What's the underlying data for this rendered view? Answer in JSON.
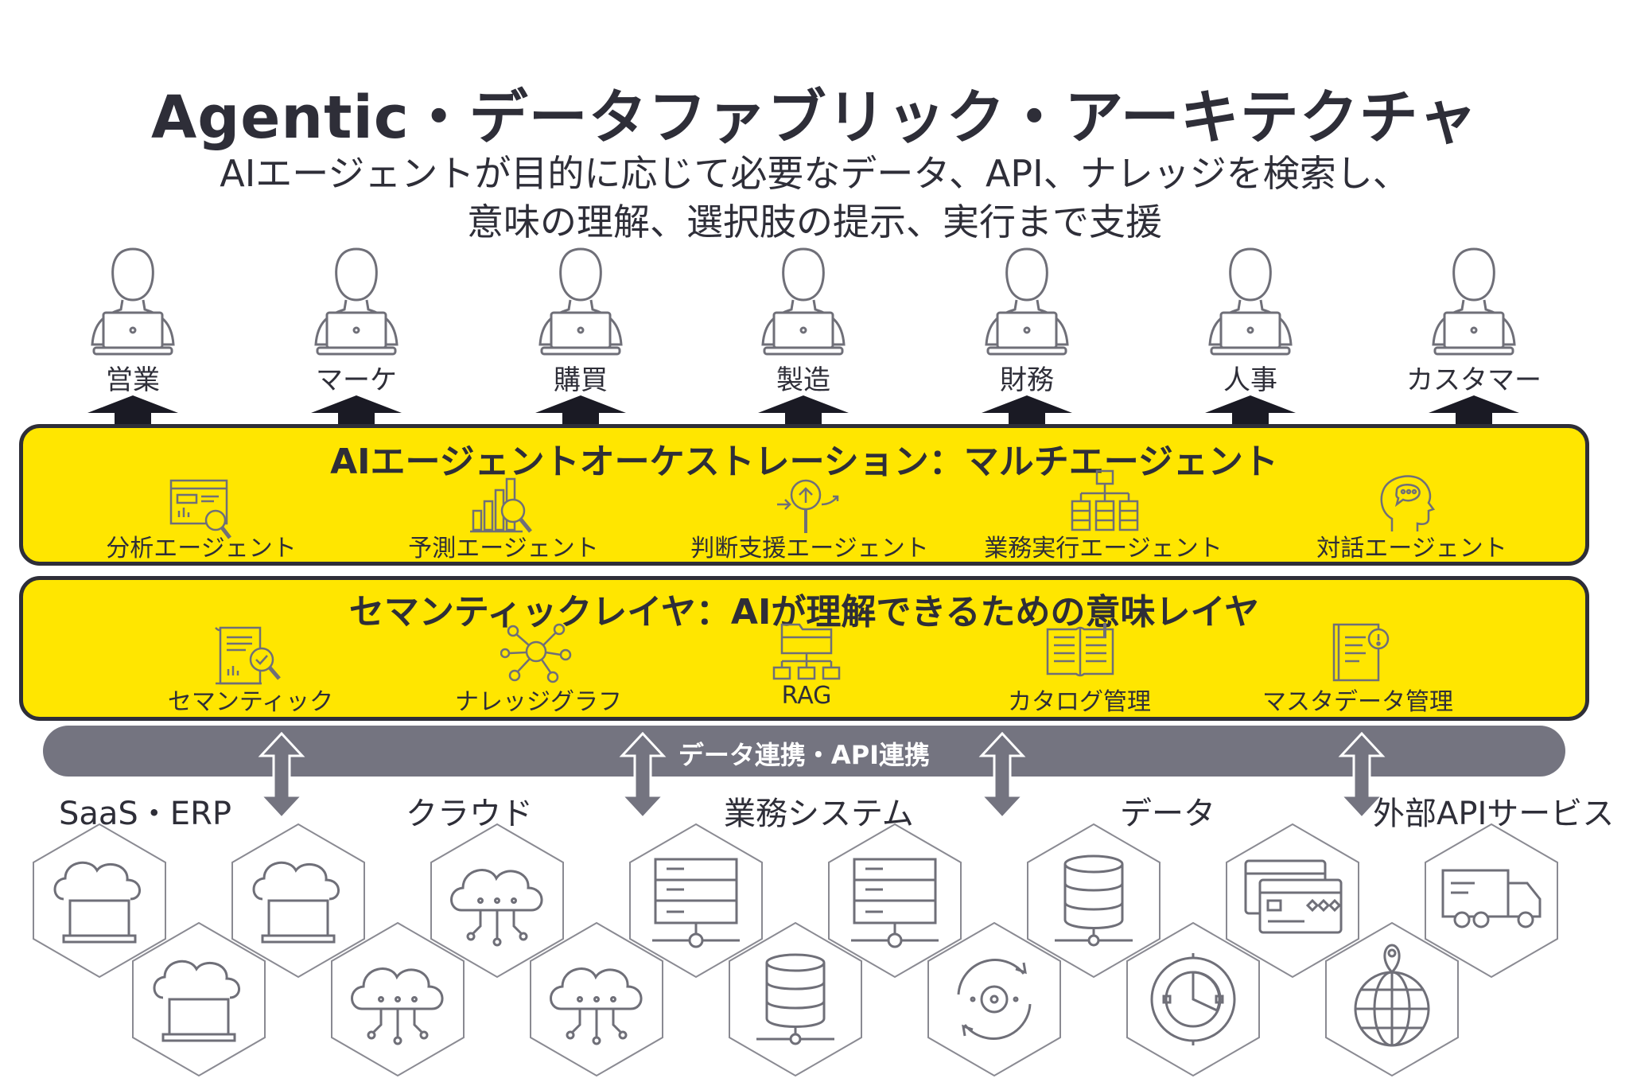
{
  "header": {
    "title": "Agentic・データファブリック・アーキテクチャ",
    "subtitle_line1": "AIエージェントが目的に応じて必要なデータ、API、ナレッジを検索し、",
    "subtitle_line2": "意味の理解、選択肢の提示、実行まで支援"
  },
  "users": [
    {
      "label": "営業",
      "icon": "user-laptop-icon"
    },
    {
      "label": "マーケ",
      "icon": "user-laptop-icon"
    },
    {
      "label": "購買",
      "icon": "user-laptop-icon"
    },
    {
      "label": "製造",
      "icon": "user-laptop-icon"
    },
    {
      "label": "財務",
      "icon": "user-laptop-icon"
    },
    {
      "label": "人事",
      "icon": "user-laptop-icon"
    },
    {
      "label": "カスタマー",
      "icon": "user-laptop-icon"
    }
  ],
  "orchestration": {
    "title": "AIエージェントオーケストレーション：マルチエージェント",
    "agents": [
      {
        "label": "分析エージェント",
        "icon": "analysis-icon"
      },
      {
        "label": "予測エージェント",
        "icon": "forecast-icon"
      },
      {
        "label": "判断支援エージェント",
        "icon": "decision-support-icon"
      },
      {
        "label": "業務実行エージェント",
        "icon": "workflow-icon"
      },
      {
        "label": "対話エージェント",
        "icon": "conversation-icon"
      }
    ]
  },
  "semantic": {
    "title": "セマンティックレイヤ：AIが理解できるための意味レイヤ",
    "items": [
      {
        "label": "セマンティック",
        "icon": "semantic-document-icon"
      },
      {
        "label": "ナレッジグラフ",
        "icon": "knowledge-graph-icon"
      },
      {
        "label": "RAG",
        "icon": "rag-folder-icon"
      },
      {
        "label": "カタログ管理",
        "icon": "catalog-book-icon"
      },
      {
        "label": "マスタデータ管理",
        "icon": "master-data-icon"
      }
    ]
  },
  "integration": {
    "label": "データ連携・API連携"
  },
  "sources": {
    "categories": [
      "SaaS・ERP",
      "クラウド",
      "業務システム",
      "データ",
      "外部APIサービス"
    ],
    "hex_icons": [
      "cloud-laptop-icon",
      "cloud-network-icon",
      "server-icon",
      "database-icon",
      "sync-icon",
      "target-icon",
      "credit-card-icon",
      "delivery-truck-icon",
      "globe-location-icon"
    ]
  },
  "colors": {
    "accent_yellow": "#ffe600",
    "dark": "#2e2e38",
    "band_gray": "#747480",
    "icon_gray": "#6f6f78"
  }
}
